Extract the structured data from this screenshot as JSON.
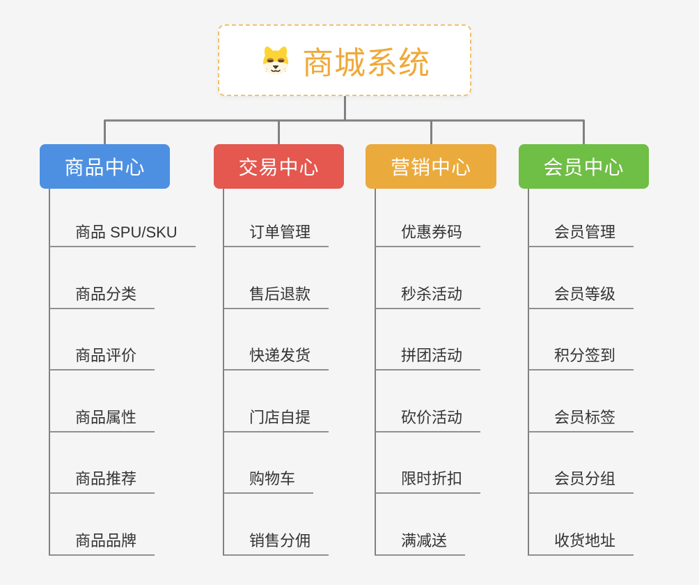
{
  "root": {
    "title": "商城系统",
    "icon": "dog-face-icon",
    "title_color": "#efa93b",
    "border_color": "#f2c06e"
  },
  "colors": {
    "connector": "#808080",
    "background": "#f5f5f6"
  },
  "branches": [
    {
      "label": "商品中心",
      "color": "#4d90e2",
      "items": [
        "商品 SPU/SKU",
        "商品分类",
        "商品评价",
        "商品属性",
        "商品推荐",
        "商品品牌"
      ]
    },
    {
      "label": "交易中心",
      "color": "#e4584f",
      "items": [
        "订单管理",
        "售后退款",
        "快递发货",
        "门店自提",
        "购物车",
        "销售分佣"
      ]
    },
    {
      "label": "营销中心",
      "color": "#ebaa3c",
      "items": [
        "优惠券码",
        "秒杀活动",
        "拼团活动",
        "砍价活动",
        "限时折扣",
        "满减送"
      ]
    },
    {
      "label": "会员中心",
      "color": "#6fbe45",
      "items": [
        "会员管理",
        "会员等级",
        "积分签到",
        "会员标签",
        "会员分组",
        "收货地址"
      ]
    }
  ]
}
